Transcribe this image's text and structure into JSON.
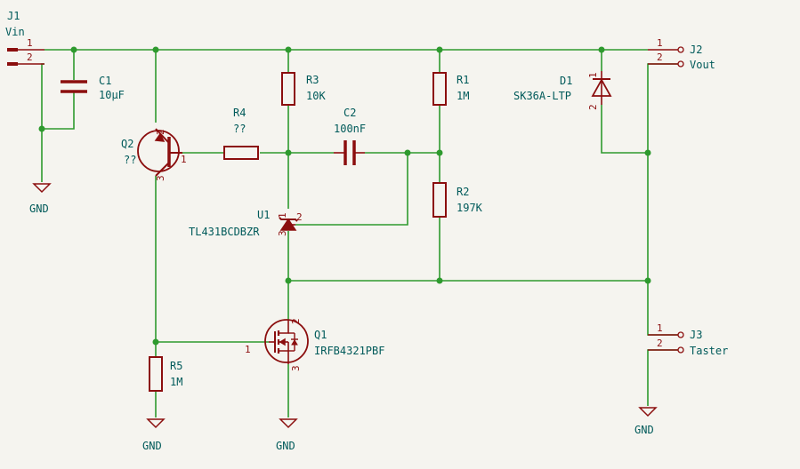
{
  "connectors": {
    "j1": {
      "ref": "J1",
      "label": "Vin",
      "pin1": "1",
      "pin2": "2"
    },
    "j2": {
      "ref": "J2",
      "label": "Vout",
      "pin1": "1",
      "pin2": "2"
    },
    "j3": {
      "ref": "J3",
      "label": "Taster",
      "pin1": "1",
      "pin2": "2"
    }
  },
  "components": {
    "c1": {
      "ref": "C1",
      "value": "10µF"
    },
    "c2": {
      "ref": "C2",
      "value": "100nF"
    },
    "r1": {
      "ref": "R1",
      "value": "1M"
    },
    "r2": {
      "ref": "R2",
      "value": "197K"
    },
    "r3": {
      "ref": "R3",
      "value": "10K"
    },
    "r4": {
      "ref": "R4",
      "value": "??"
    },
    "r5": {
      "ref": "R5",
      "value": "1M"
    },
    "q1": {
      "ref": "Q1",
      "value": "IRFB4321PBF",
      "pin1": "1",
      "pin2": "2",
      "pin3": "3"
    },
    "q2": {
      "ref": "Q2",
      "value": "??",
      "pin1": "1",
      "pin2": "2",
      "pin3": "3"
    },
    "u1": {
      "ref": "U1",
      "value": "TL431BCDBZR",
      "pin1": "1",
      "pin2": "2",
      "pin3": "3"
    },
    "d1": {
      "ref": "D1",
      "value": "SK36A-LTP",
      "pin1": "1",
      "pin2": "2"
    }
  },
  "grounds": {
    "j1_gnd": "GND",
    "r5_gnd": "GND",
    "q1_gnd": "GND",
    "j3_gnd": "GND"
  }
}
